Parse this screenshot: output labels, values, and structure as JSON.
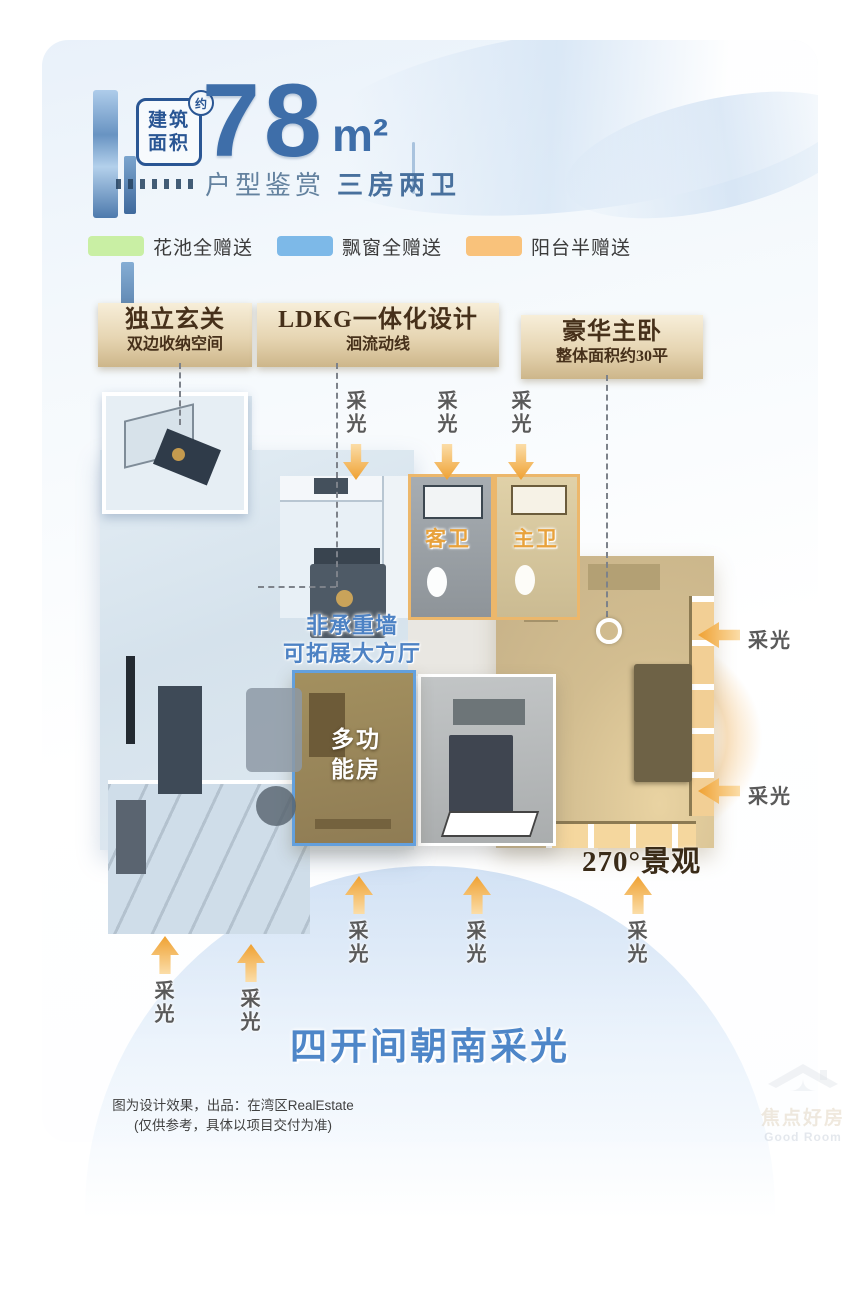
{
  "header": {
    "badge": {
      "line1": "建筑",
      "line2": "面积",
      "approx": "约"
    },
    "area_value": "78",
    "area_unit": "m²",
    "series_label": "户型鉴赏",
    "layout_label": "三房两卫"
  },
  "legend": {
    "items": [
      {
        "label": "花池全赠送",
        "color": "#c9efa4"
      },
      {
        "label": "飘窗全赠送",
        "color": "#7db9e8"
      },
      {
        "label": "阳台半赠送",
        "color": "#f9c27b"
      }
    ]
  },
  "callouts": {
    "entry": {
      "title": "独立玄关",
      "subtitle": "双边收纳空间"
    },
    "ldkg": {
      "title": "LDKG一体化设计",
      "subtitle": "洄流动线"
    },
    "master": {
      "title": "豪华主卧",
      "subtitle": "整体面积约30平"
    }
  },
  "floorplan": {
    "rooms": {
      "guest_bath": "客卫",
      "master_bath": "主卫",
      "multi_function": "多功能房"
    },
    "wall_note": {
      "line1": "非承重墙",
      "line2": "可拓展大方厅"
    },
    "view_label": "270°景观"
  },
  "light_label": "采光",
  "banner": "四开间朝南采光",
  "footer": {
    "line1": "图为设计效果，出品：在湾区RealEstate",
    "line2": "(仅供参考，具体以项目交付为准)"
  },
  "watermark": {
    "cn": "焦点好房",
    "en": "Good Room"
  },
  "colors": {
    "accent_blue": "#3e6ea9",
    "light_orange": "#efa132",
    "banner_blue": "#4e86c8"
  }
}
